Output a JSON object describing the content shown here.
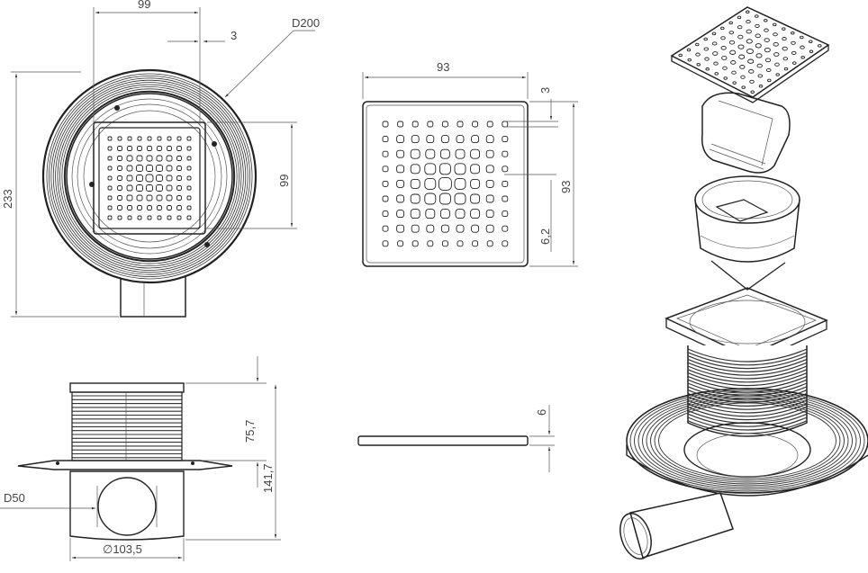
{
  "drawing": {
    "top_view": {
      "grate_width": "99",
      "offset": "3",
      "flange_diameter": "D200",
      "total_length": "233",
      "grate_height": "99"
    },
    "grate_view": {
      "width": "93",
      "height": "93",
      "offset": "3",
      "slot": "6,2"
    },
    "grate_side": {
      "thickness": "6"
    },
    "side_view": {
      "height_top": "75,7",
      "height_total": "141,7",
      "outlet": "D50",
      "body_diameter": "∅103,5"
    }
  }
}
